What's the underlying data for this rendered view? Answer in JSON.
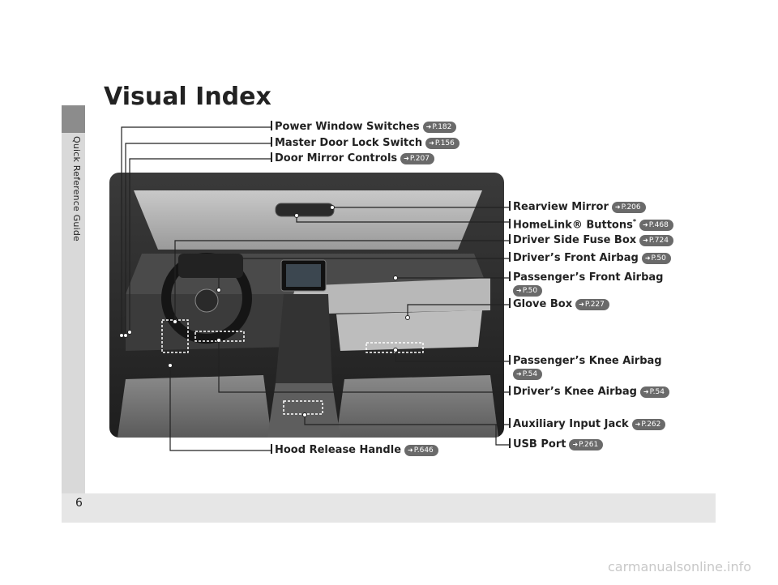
{
  "page": {
    "title": "Visual Index",
    "page_number": "6",
    "side_label": "Quick Reference Guide"
  },
  "callouts": {
    "power_window": {
      "label": "Power Window Switches",
      "ref": "P.182"
    },
    "master_door_lock": {
      "label": "Master Door Lock Switch",
      "ref": "P.156"
    },
    "door_mirror": {
      "label": "Door Mirror Controls",
      "ref": "P.207"
    },
    "rearview_mirror": {
      "label": "Rearview Mirror",
      "ref": "P.206"
    },
    "homelink": {
      "label": "HomeLink® Buttons",
      "asterisk": "*",
      "ref": "P.468"
    },
    "driver_fuse_box": {
      "label": "Driver Side Fuse Box",
      "ref": "P.724"
    },
    "driver_front_airbag": {
      "label": "Driver’s Front Airbag",
      "ref": "P.50"
    },
    "passenger_front_airbag": {
      "label": "Passenger’s Front Airbag",
      "ref": "P.50"
    },
    "glove_box": {
      "label": "Glove Box",
      "ref": "P.227"
    },
    "passenger_knee_airbag": {
      "label": "Passenger’s Knee Airbag",
      "ref": "P.54"
    },
    "driver_knee_airbag": {
      "label": "Driver’s Knee Airbag",
      "ref": "P.54"
    },
    "auxiliary_input": {
      "label": "Auxiliary Input Jack",
      "ref": "P.262"
    },
    "usb_port": {
      "label": "USB Port",
      "ref": "P.261"
    },
    "hood_release": {
      "label": "Hood Release Handle",
      "ref": "P.646"
    }
  },
  "watermark": "carmanualsonline.info",
  "icons": {
    "ref_arrow": "arrow-right-icon"
  }
}
